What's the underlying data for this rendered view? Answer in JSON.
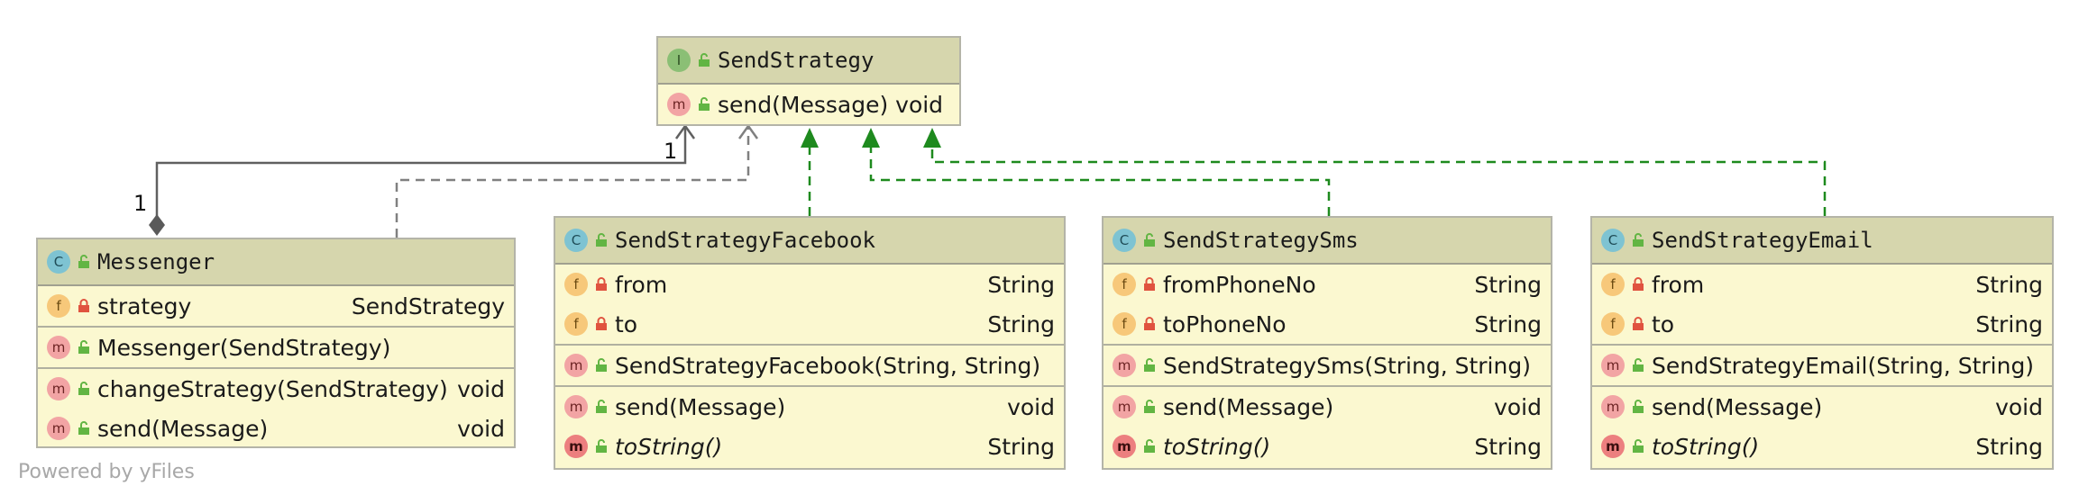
{
  "diagram": {
    "watermark": "Powered by yFiles",
    "multiplicity_left": "1",
    "multiplicity_right": "1"
  },
  "interface": {
    "badge": "I",
    "name": "SendStrategy",
    "methods": [
      {
        "badge": "m",
        "name": "send(Message) void",
        "type": ""
      }
    ]
  },
  "messenger": {
    "badge": "C",
    "name": "Messenger",
    "fields": [
      {
        "badge": "f",
        "name": "strategy",
        "type": "SendStrategy"
      }
    ],
    "constructors": [
      {
        "badge": "m",
        "name": "Messenger(SendStrategy)",
        "type": ""
      }
    ],
    "methods": [
      {
        "badge": "m",
        "name": "changeStrategy(SendStrategy)",
        "type": "void"
      },
      {
        "badge": "m",
        "name": "send(Message)",
        "type": "void"
      }
    ]
  },
  "facebook": {
    "badge": "C",
    "name": "SendStrategyFacebook",
    "fields": [
      {
        "badge": "f",
        "name": "from",
        "type": "String"
      },
      {
        "badge": "f",
        "name": "to",
        "type": "String"
      }
    ],
    "constructors": [
      {
        "badge": "m",
        "name": "SendStrategyFacebook(String, String)",
        "type": ""
      }
    ],
    "methods": [
      {
        "badge": "m",
        "name": "send(Message)",
        "type": "void"
      },
      {
        "badge": "m",
        "name": "toString()",
        "type": "String"
      }
    ]
  },
  "sms": {
    "badge": "C",
    "name": "SendStrategySms",
    "fields": [
      {
        "badge": "f",
        "name": "fromPhoneNo",
        "type": "String"
      },
      {
        "badge": "f",
        "name": "toPhoneNo",
        "type": "String"
      }
    ],
    "constructors": [
      {
        "badge": "m",
        "name": "SendStrategySms(String, String)",
        "type": ""
      }
    ],
    "methods": [
      {
        "badge": "m",
        "name": "send(Message)",
        "type": "void"
      },
      {
        "badge": "m",
        "name": "toString()",
        "type": "String"
      }
    ]
  },
  "email": {
    "badge": "C",
    "name": "SendStrategyEmail",
    "fields": [
      {
        "badge": "f",
        "name": "from",
        "type": "String"
      },
      {
        "badge": "f",
        "name": "to",
        "type": "String"
      }
    ],
    "constructors": [
      {
        "badge": "m",
        "name": "SendStrategyEmail(String, String)",
        "type": ""
      }
    ],
    "methods": [
      {
        "badge": "m",
        "name": "send(Message)",
        "type": "void"
      },
      {
        "badge": "m",
        "name": "toString()",
        "type": "String"
      }
    ]
  },
  "colors": {
    "header": "#d6d6ad",
    "body": "#fbf8d0",
    "implements_edge": "#1e8a1e",
    "dependency_edge": "#808080",
    "composition_edge": "#606060"
  }
}
